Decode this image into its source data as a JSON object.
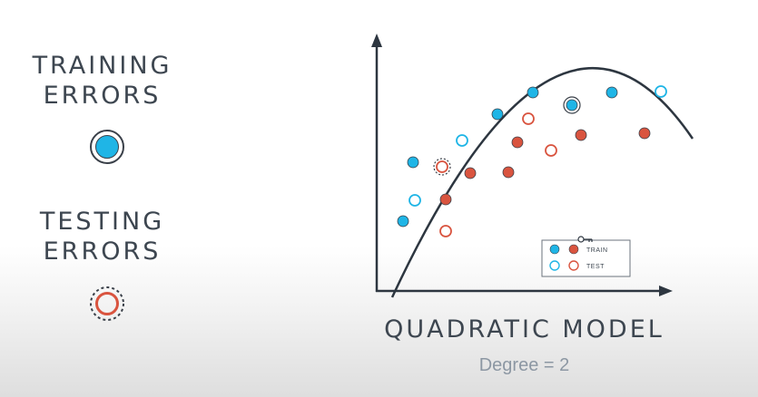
{
  "legend_left": {
    "training": {
      "line1": "TRAINING",
      "line2": "ERRORS"
    },
    "testing": {
      "line1": "TESTING",
      "line2": "ERRORS"
    }
  },
  "plot_legend": {
    "train": "TRAIN",
    "test": "TEST"
  },
  "model": {
    "title": "QUADRATIC MODEL",
    "subtitle": "Degree = 2"
  },
  "colors": {
    "train_blue": "#1fb5e6",
    "test_red": "#d9543f",
    "outline_dark": "#3a4049",
    "curve": "#2d3640",
    "text_dark": "#3d4650",
    "text_gray": "#8c97a3"
  },
  "icons": [
    "training-errors-symbol-icon",
    "testing-errors-symbol-icon",
    "key-icon"
  ]
}
